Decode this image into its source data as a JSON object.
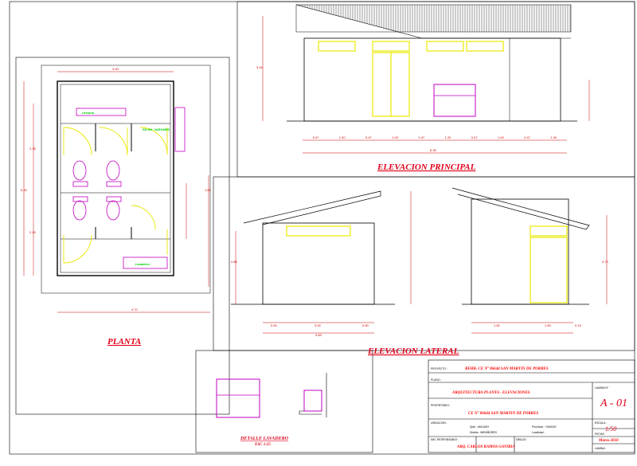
{
  "titles": {
    "plan": "PLANTA",
    "front": "ELEVACION  PRINCIPAL",
    "side": "ELEVACION  LATERAL",
    "detail": "DETALLE  LAVADERO",
    "detail_scale": "ESC 1:25"
  },
  "rooms": {
    "urinal": "Urinario",
    "washbasin": "Lavadero",
    "sshh": "SS.HH.\nVARONES"
  },
  "dims": {
    "plan_top": "3.00",
    "plan_bottom": "4.70",
    "plan_left_total": "5.20",
    "plan_left_a": "2.35",
    "plan_left_b": "2.45",
    "plan_right": "1.65",
    "front_height": "3.44",
    "front_total": "6.30",
    "front_segments": [
      "0.47",
      "1.00",
      "0.47",
      "1.00",
      "0.47",
      "1.20",
      "0.47",
      "1.00",
      "0.47",
      "1.00"
    ],
    "side_left_total": "3.83",
    "side_left_a": "0.50",
    "side_left_b": "3.00",
    "side_left_c": "0.50",
    "side_right_a": "1.50",
    "side_right_b": "1.50",
    "side_right_c": "0.15",
    "side_height": "2.88",
    "side_height_b": "3.70"
  },
  "title_block": {
    "project_label": "PROYECTO :",
    "project": "REHB. CE N° 86644 SAN MARTIN DE PORRES",
    "plan_label": "PLANO :",
    "plan_name": "ARQUITECTURA  PLANTA - ELEVACIONES",
    "sheet_label": "LAMINA N°",
    "sheet": "A - 01",
    "owner_label": "PROPIETARIO :",
    "owner": "CE N° 86644 SAN MARTIN DE PORRES",
    "location_label": "UBICACION :",
    "dept": "Dpto : ANCASH",
    "district": "Distrito : MIRAÑORES",
    "province": "Provincia : YUNGAY",
    "locality": "Localidad :",
    "professional_label": "ING. RESPONSABLE :",
    "professional": "ARQ. CARLOS RAMOS GAVIRIA",
    "drawing_label": "DIBUJO :",
    "scale_label": "ESCALA :",
    "scale": "1/50",
    "date_label": "FECHA :",
    "date": "Marzo 2010",
    "sheet_no_label": "LAMINA :"
  },
  "colors": {
    "red": "#e0001a",
    "magenta": "#c000c0",
    "yellow": "#e8e800",
    "green": "#00cc00",
    "black": "#000000"
  }
}
